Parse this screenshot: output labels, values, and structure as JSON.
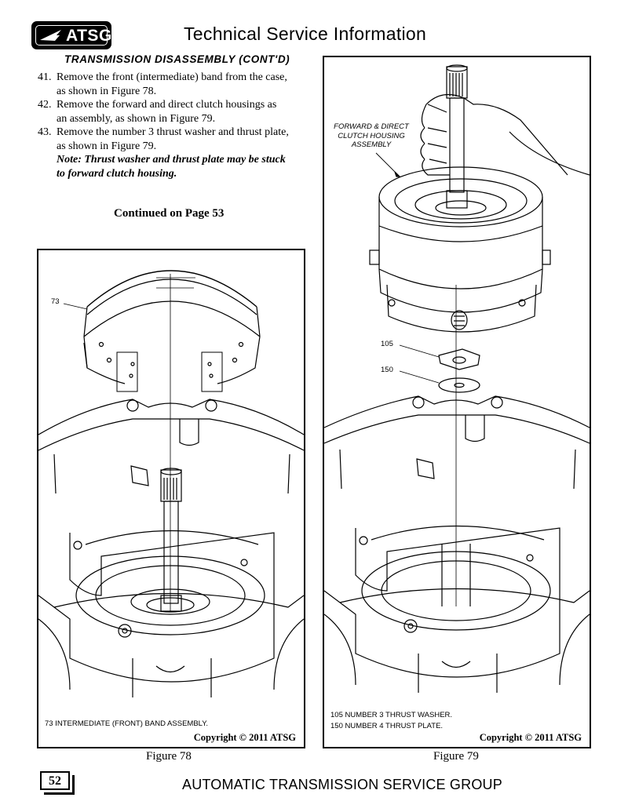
{
  "header": {
    "logo_text": "ATSG",
    "title": "Technical Service Information"
  },
  "section_title": "TRANSMISSION DISASSEMBLY (CONT'D)",
  "steps": [
    {
      "num": "41.",
      "text": "Remove the front (intermediate) band from the case, as shown in Figure 78."
    },
    {
      "num": "42.",
      "text": "Remove the forward and direct clutch housings as an assembly, as shown in Figure 79."
    },
    {
      "num": "43.",
      "text": "Remove the number 3 thrust washer and thrust plate, as shown in Figure 79."
    }
  ],
  "note": "Note: Thrust washer and thrust plate may be stuck to forward clutch housing.",
  "continued": "Continued on Page 53",
  "figure78": {
    "callouts": [
      "73"
    ],
    "legend": [
      "73  INTERMEDIATE (FRONT) BAND ASSEMBLY."
    ],
    "copyright": "Copyright © 2011 ATSG",
    "label": "Figure 78"
  },
  "figure79": {
    "assembly_label": "FORWARD & DIRECT CLUTCH HOUSING ASSEMBLY",
    "callouts": [
      "105",
      "150"
    ],
    "legend": [
      "105  NUMBER 3 THRUST WASHER.",
      "150  NUMBER 4 THRUST PLATE."
    ],
    "copyright": "Copyright © 2011 ATSG",
    "label": "Figure 79"
  },
  "page_number": "52",
  "footer": "AUTOMATIC TRANSMISSION SERVICE GROUP"
}
